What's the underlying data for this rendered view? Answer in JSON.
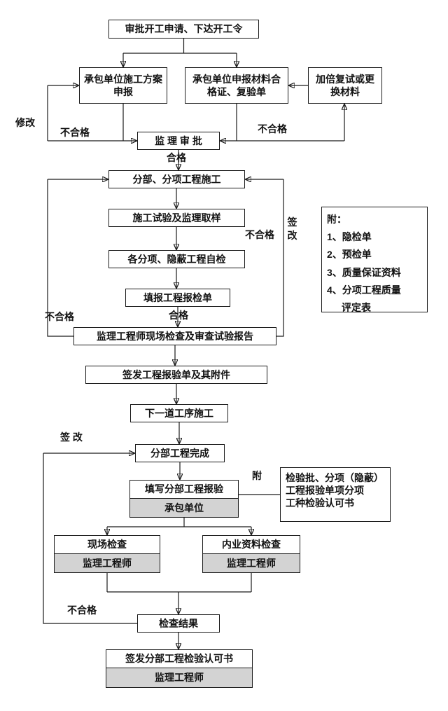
{
  "colors": {
    "shaded_box": "#d3d3d3",
    "line": "#1a1a1a",
    "background": "#ffffff"
  },
  "nodes": {
    "start": "审批开工申请、下达开工令",
    "plan_submit": "承包单位施工方案申报",
    "material_submit": "承包单位申报材料合格证、复验单",
    "retest": "加倍复试或更换材料",
    "supervisor_review": "监 理 审 批",
    "construction": "分部、分项工程施工",
    "test_sampling": "施工试验及监理取样",
    "self_check": "各分项、隐蔽工程自检",
    "fill_inspection_form": "填报工程报检单",
    "site_check_review": "监理工程师现场检查及审查试验报告",
    "issue_inspection_form": "签发工程报验单及其附件",
    "next_process": "下一道工序施工",
    "division_complete": "分部工程完成",
    "fill_division_report": "填写分部工程报验",
    "contractor": "承包单位",
    "site_inspection": "现场检查",
    "supervisor_site": "监理工程师",
    "document_inspection": "内业资料检查",
    "supervisor_doc": "监理工程师",
    "check_result": "检查结果",
    "issue_division_cert": "签发分部工程检验认可书",
    "supervisor_cert": "监理工程师"
  },
  "attachment_box": {
    "lines": [
      "检验批、分项（隐蔽）",
      "工程报验单项分项",
      "工种检验认可书"
    ]
  },
  "sidebar_note": {
    "title": "附：",
    "items": [
      "1、隐检单",
      "2、预检单",
      "3、质量保证资料",
      "4、分项工程质量",
      "评定表"
    ]
  },
  "labels": {
    "modify": "修改",
    "fail_plan": "不合格",
    "fail_material": "不合格",
    "pass_review": "合格",
    "sign_rework_right": "签改",
    "fail_right": "不合格",
    "pass_form": "合格",
    "fail_left": "不合格",
    "sign_rework_bottom": "签 改",
    "attach": "附",
    "fail_result": "不合格"
  }
}
